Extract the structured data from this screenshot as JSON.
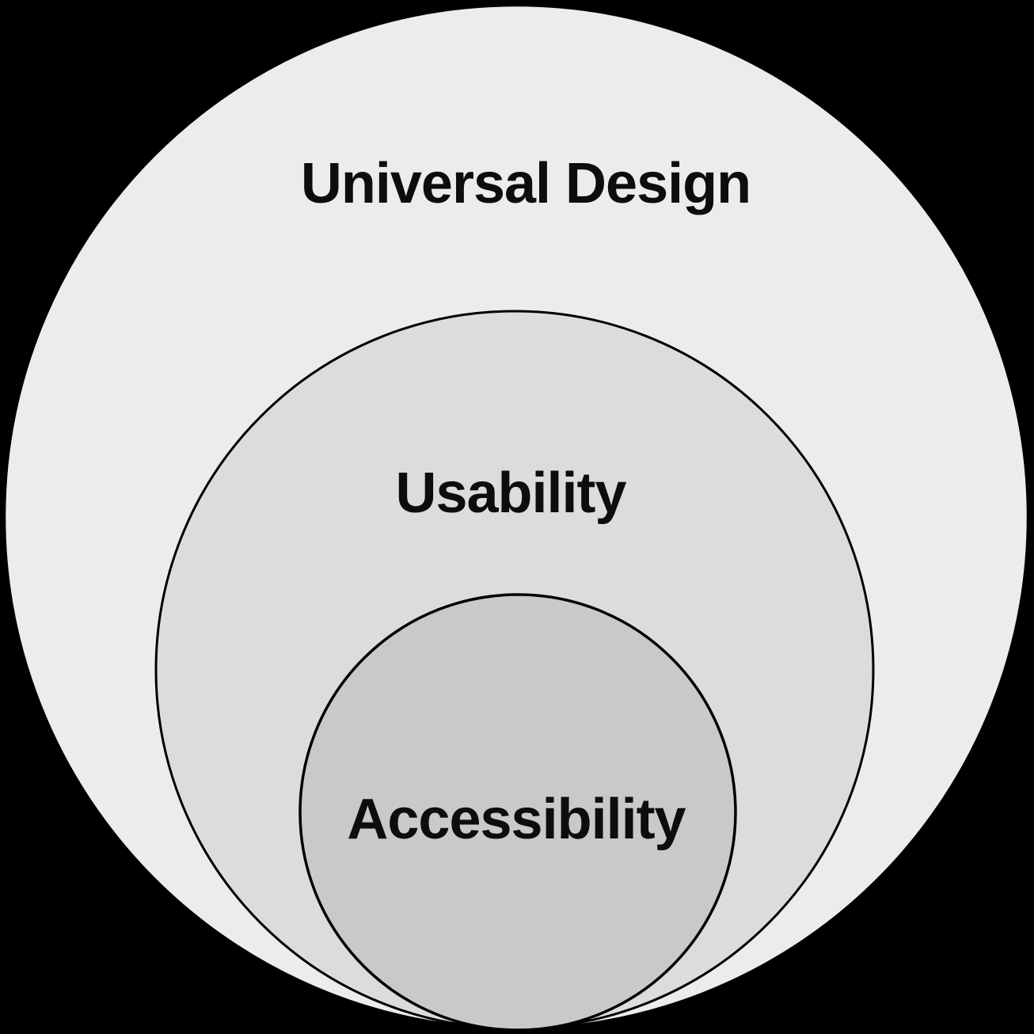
{
  "diagram": {
    "type": "nested-circles",
    "background_color": "#000000",
    "outline_color": "#000000",
    "label_color": "#0d0d0d",
    "circles": [
      {
        "id": "outer",
        "label": "Universal Design",
        "fill": "#ececec"
      },
      {
        "id": "middle",
        "label": "Usability",
        "fill": "#dcdcdc"
      },
      {
        "id": "inner",
        "label": "Accessibility",
        "fill": "#c9c9c9"
      }
    ]
  }
}
